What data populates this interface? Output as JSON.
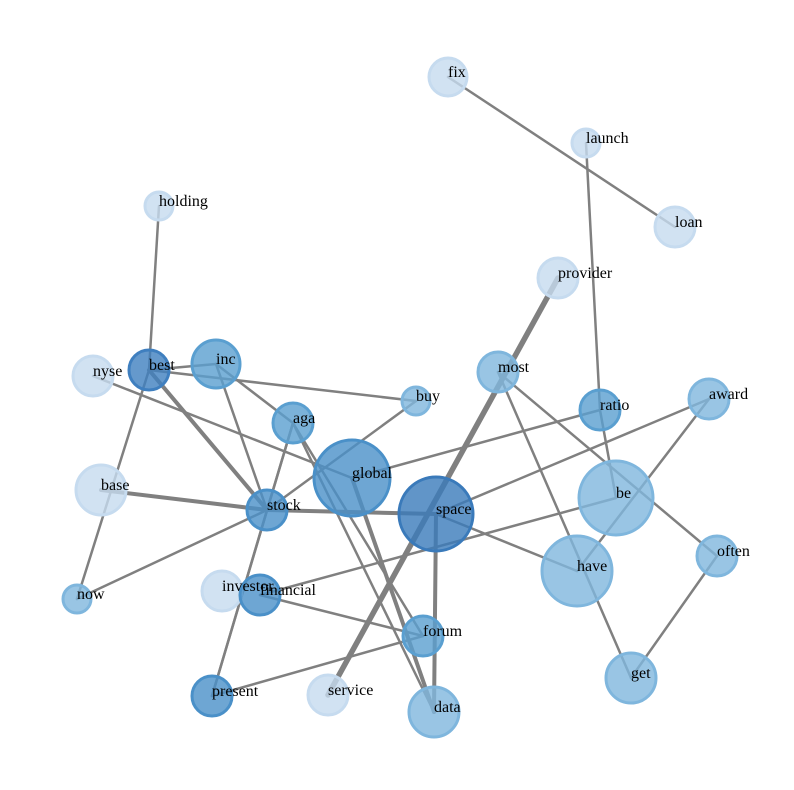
{
  "graph": {
    "type": "network",
    "nodes": [
      {
        "id": "fix",
        "color": "#c6dbef"
      },
      {
        "id": "launch",
        "color": "#c6dbef"
      },
      {
        "id": "loan",
        "color": "#c6dbef"
      },
      {
        "id": "holding",
        "color": "#c6dbef"
      },
      {
        "id": "provider",
        "color": "#c6dbef"
      },
      {
        "id": "nyse",
        "color": "#c6dbef"
      },
      {
        "id": "best",
        "color": "#3f7fbf"
      },
      {
        "id": "inc",
        "color": "#5a9fd0"
      },
      {
        "id": "most",
        "color": "#7fb6dd"
      },
      {
        "id": "buy",
        "color": "#7fb6dd"
      },
      {
        "id": "ratio",
        "color": "#5a9fd0"
      },
      {
        "id": "award",
        "color": "#7fb6dd"
      },
      {
        "id": "aga",
        "color": "#5a9fd0"
      },
      {
        "id": "global",
        "color": "#4a90c8"
      },
      {
        "id": "base",
        "color": "#c6dbef"
      },
      {
        "id": "stock",
        "color": "#4a90c8"
      },
      {
        "id": "space",
        "color": "#3a7aba"
      },
      {
        "id": "be",
        "color": "#7fb6dd"
      },
      {
        "id": "have",
        "color": "#7fb6dd"
      },
      {
        "id": "often",
        "color": "#7fb6dd"
      },
      {
        "id": "investor",
        "color": "#c6dbef"
      },
      {
        "id": "financial",
        "color": "#4a90c8"
      },
      {
        "id": "now",
        "color": "#7fb6dd"
      },
      {
        "id": "forum",
        "color": "#5a9fd0"
      },
      {
        "id": "present",
        "color": "#4a90c8"
      },
      {
        "id": "service",
        "color": "#c6dbef"
      },
      {
        "id": "data",
        "color": "#7fb6dd"
      },
      {
        "id": "get",
        "color": "#7fb6dd"
      }
    ],
    "edges": [
      [
        "fix",
        "loan",
        1
      ],
      [
        "launch",
        "ratio",
        1
      ],
      [
        "holding",
        "best",
        1
      ],
      [
        "best",
        "inc",
        1
      ],
      [
        "best",
        "buy",
        1
      ],
      [
        "best",
        "stock",
        2
      ],
      [
        "best",
        "now",
        1
      ],
      [
        "nyse",
        "global",
        1
      ],
      [
        "inc",
        "stock",
        1
      ],
      [
        "inc",
        "aga",
        1
      ],
      [
        "aga",
        "stock",
        1
      ],
      [
        "aga",
        "present",
        1
      ],
      [
        "aga",
        "forum",
        1
      ],
      [
        "aga",
        "data",
        1
      ],
      [
        "buy",
        "stock",
        1
      ],
      [
        "global",
        "ratio",
        1
      ],
      [
        "global",
        "data",
        2
      ],
      [
        "base",
        "stock",
        2
      ],
      [
        "stock",
        "space",
        2
      ],
      [
        "stock",
        "now",
        1
      ],
      [
        "stock",
        "present",
        1
      ],
      [
        "financial",
        "be",
        1
      ],
      [
        "financial",
        "forum",
        1
      ],
      [
        "forum",
        "present",
        1
      ],
      [
        "space",
        "award",
        1
      ],
      [
        "space",
        "have",
        1
      ],
      [
        "space",
        "data",
        2
      ],
      [
        "provider",
        "service",
        3
      ],
      [
        "ratio",
        "be",
        1
      ],
      [
        "most",
        "get",
        1
      ],
      [
        "most",
        "often",
        1
      ],
      [
        "award",
        "have",
        1
      ],
      [
        "often",
        "get",
        1
      ]
    ]
  }
}
